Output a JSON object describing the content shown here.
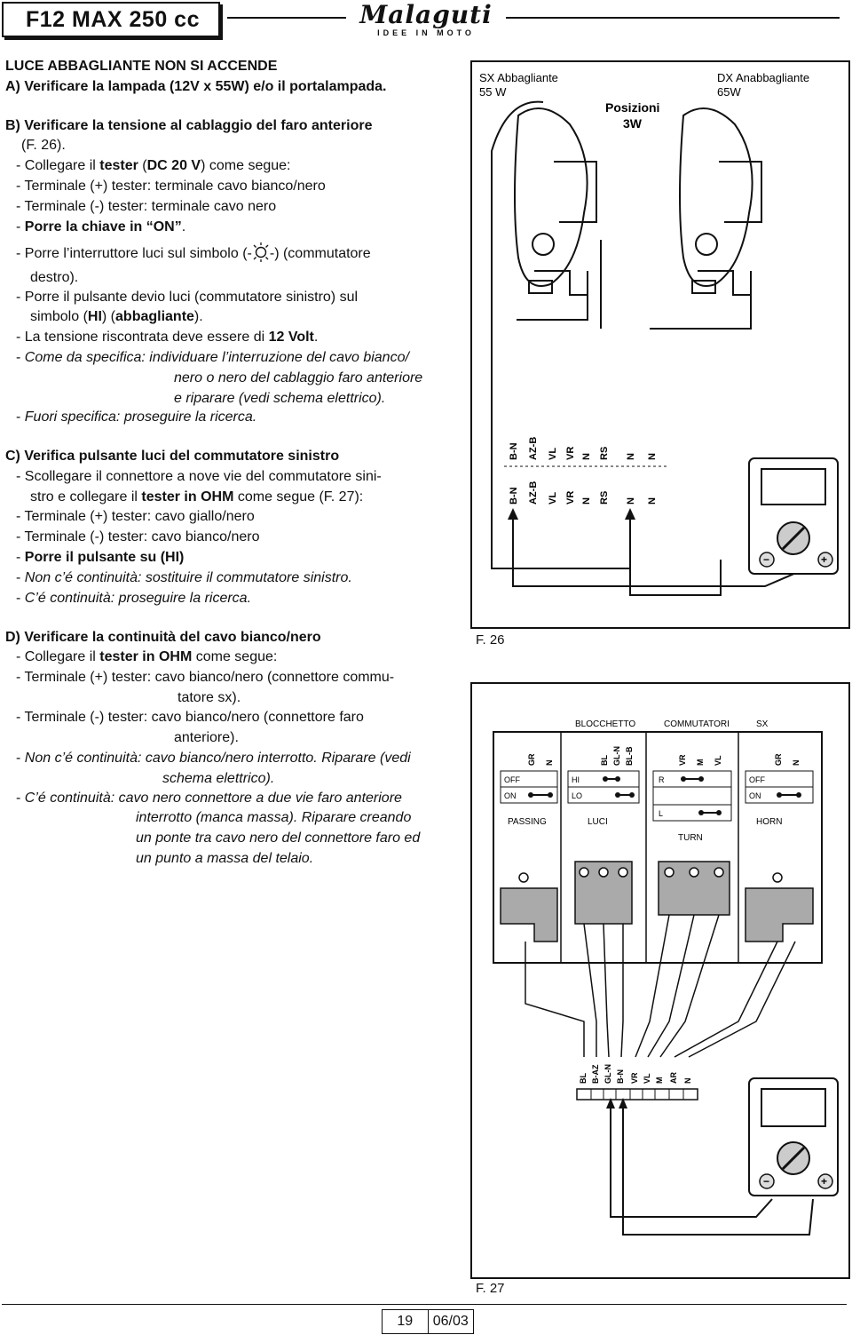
{
  "header": {
    "model": "F12 MAX 250 cc",
    "brand": "Malaguti",
    "tagline": "IDEE IN MOTO"
  },
  "section_main": {
    "title": "LUCE ABBAGLIANTE NON SI ACCENDE",
    "a": "A) Verificare la lampada (12V x 55W) e/o il portalampada."
  },
  "section_b": {
    "title": "B) Verificare la tensione al cablaggio del faro anteriore",
    "title_cont": "(F. 26).",
    "l1_pre": "- Collegare il ",
    "l1_b1": "tester",
    "l1_mid": " (",
    "l1_b2": "DC 20 V",
    "l1_post": ") come segue:",
    "l2": "- Terminale (+) tester: terminale cavo bianco/nero",
    "l3": "- Terminale (-) tester: terminale cavo nero",
    "l4_pre": "- ",
    "l4_b": "Porre la chiave in “ON”",
    "l4_post": ".",
    "l5_pre": "- Porre l’interruttore luci sul simbolo (-",
    "l5_post": "-) (commutatore",
    "l5_cont": "destro).",
    "l6": "- Porre il pulsante devio luci (commutatore sinistro) sul",
    "l6_cont_pre": "simbolo (",
    "l6_b1": "HI",
    "l6_mid": ") (",
    "l6_b2": "abbagliante",
    "l6_post": ").",
    "l7_pre": "- La tensione riscontrata deve essere di ",
    "l7_b": "12 Volt",
    "l7_post": ".",
    "l8_pre": "- ",
    "l8_it": "Come da specifica: individuare l’interruzione del cavo bianco/",
    "l8_c1": "nero o nero del cablaggio faro anteriore",
    "l8_c2": "e riparare (vedi schema elettrico).",
    "l9_pre": "- ",
    "l9_it": "Fuori specifica: proseguire la ricerca."
  },
  "section_c": {
    "title": "C) Verifica pulsante luci del commutatore sinistro",
    "l1": "- Scollegare il connettore a nove vie del commutatore sini-",
    "l1_cont_pre": "stro e collegare il ",
    "l1_b": "tester in OHM",
    "l1_post": " come segue (F. 27):",
    "l2": "- Terminale (+) tester: cavo giallo/nero",
    "l3": "- Terminale (-) tester: cavo bianco/nero",
    "l4_pre": "- ",
    "l4_b": "Porre il pulsante su (HI)",
    "l5_pre": "- ",
    "l5_it": "Non c’é continuità: sostituire il commutatore sinistro.",
    "l6_pre": "- ",
    "l6_it": "C’é continuità: proseguire la ricerca."
  },
  "section_d": {
    "title": "D) Verificare la continuità del cavo bianco/nero",
    "l1_pre": "- Collegare il ",
    "l1_b": "tester in OHM",
    "l1_post": " come segue:",
    "l2": "- Terminale (+) tester: cavo bianco/nero (connettore commu-",
    "l2_cont": "tatore sx).",
    "l3": "- Terminale (-) tester: cavo bianco/nero (connettore faro",
    "l3_cont": "anteriore).",
    "l4_pre": "- ",
    "l4_it": "Non c’é continuità: cavo bianco/nero interrotto. Riparare (vedi",
    "l4_cont": "schema elettrico).",
    "l5_pre": "- ",
    "l5_it": "C’é continuità: cavo nero connettore a due vie faro anteriore",
    "l5_c1": "interrotto (manca massa). Riparare creando",
    "l5_c2": "un ponte tra cavo nero del connettore faro ed",
    "l5_c3": "un punto a massa del telaio."
  },
  "fig26": {
    "caption": "F. 26",
    "left_label_1": "SX  Abbagliante",
    "left_label_2": "55 W",
    "right_label_1": "DX Anabbagliante",
    "right_label_2": "65W",
    "center_label_1": "Posizioni",
    "center_label_2": "3W",
    "connector_left": [
      "B-N",
      "AZ-B",
      "VL",
      "VR",
      "N",
      "RS"
    ],
    "connector_right": [
      "N",
      "N"
    ]
  },
  "fig27": {
    "caption": "F. 27",
    "title_1": "BLOCCHETTO",
    "title_2": "COMMUTATORI",
    "title_3": "SX",
    "passing_label": "PASSING",
    "luci_label": "LUCI",
    "turn_label": "TURN",
    "horn_label": "HORN",
    "off": "OFF",
    "on": "ON",
    "hi": "HI",
    "lo": "LO",
    "r": "R",
    "l": "L",
    "passing_wires": [
      "GR",
      "N"
    ],
    "luci_wires": [
      "BL",
      "GL-N",
      "BL-B"
    ],
    "turn_wires": [
      "VR",
      "M",
      "VL"
    ],
    "horn_wires": [
      "GR",
      "N"
    ],
    "connector": [
      "BL",
      "B-AZ",
      "GL-N",
      "B-N",
      "VR",
      "VL",
      "M",
      "AR",
      "N"
    ]
  },
  "footer": {
    "page": "19",
    "date": "06/03"
  }
}
